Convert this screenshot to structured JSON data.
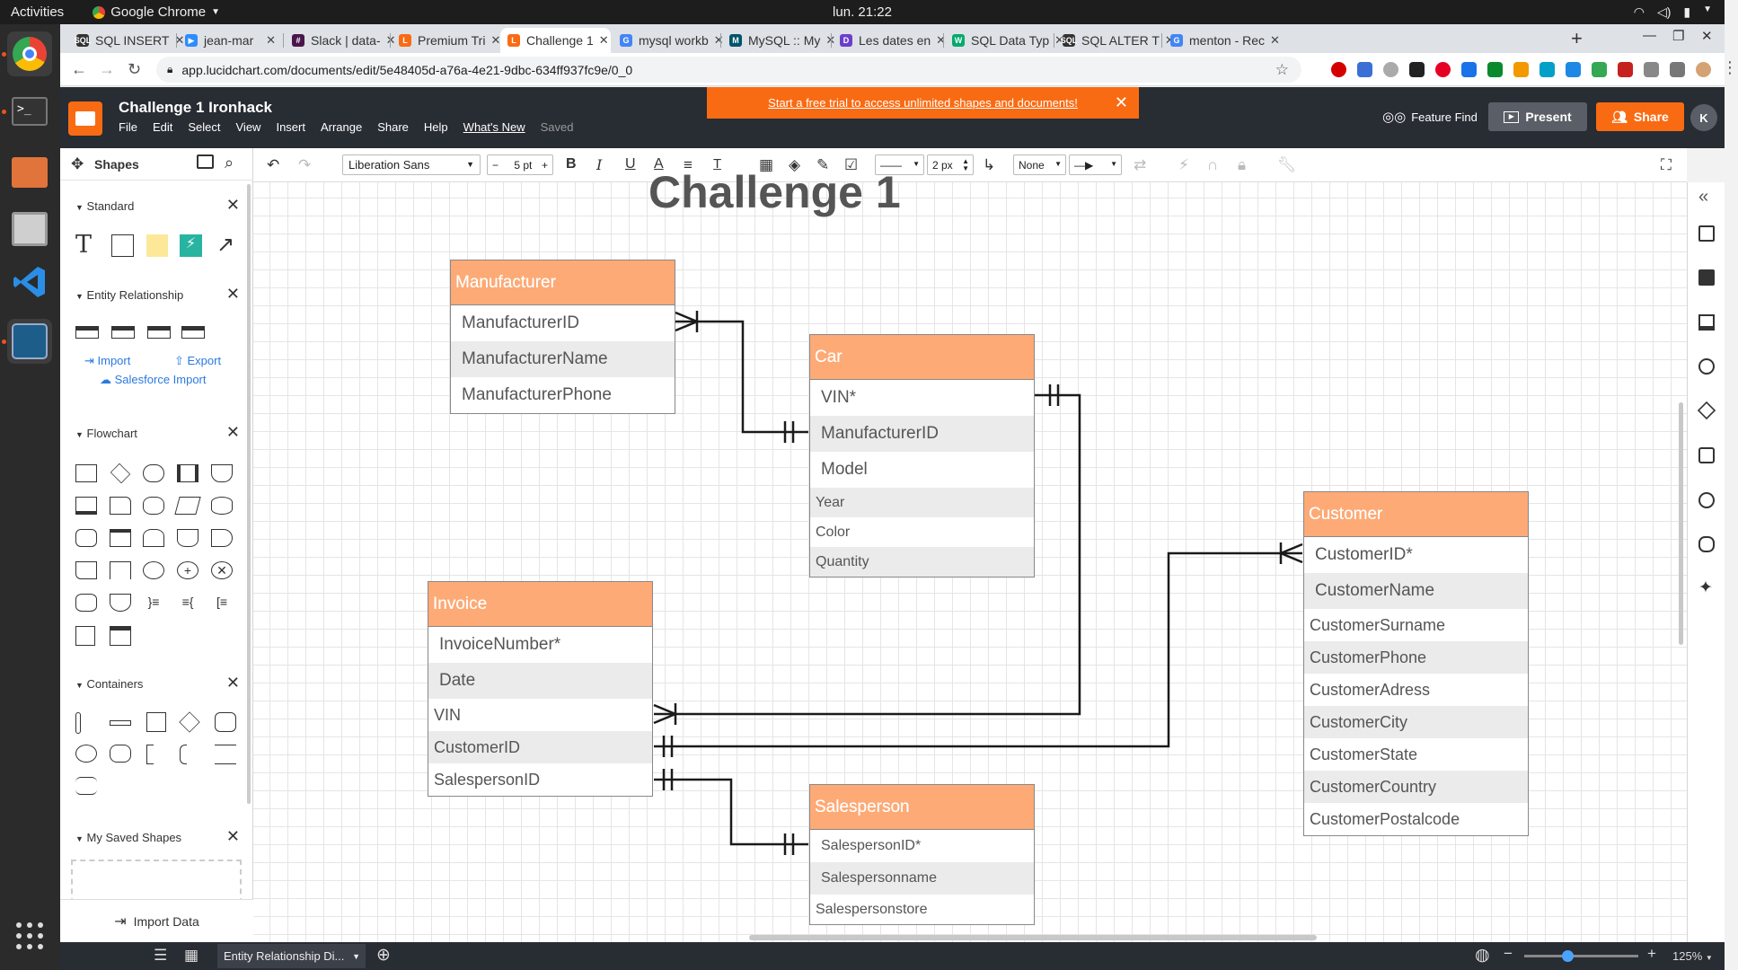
{
  "os": {
    "activities": "Activities",
    "app_name": "Google Chrome",
    "clock": "lun. 21:22"
  },
  "browser": {
    "tabs": [
      {
        "label": "SQL INSERT",
        "fav_color": "#333333",
        "fav_text": "SQL"
      },
      {
        "label": "jean-mar",
        "fav_color": "#2d8cff",
        "fav_text": "▶"
      },
      {
        "label": "Slack | data-",
        "fav_color": "#4a154b",
        "fav_text": "#"
      },
      {
        "label": "Premium Tri",
        "fav_color": "#f96b13",
        "fav_text": "L"
      },
      {
        "label": "Challenge 1",
        "fav_color": "#f96b13",
        "fav_text": "L"
      },
      {
        "label": "mysql workb",
        "fav_color": "#4285f4",
        "fav_text": "G"
      },
      {
        "label": "MySQL :: My",
        "fav_color": "#00546b",
        "fav_text": "M"
      },
      {
        "label": "Les dates en",
        "fav_color": "#6c3fc9",
        "fav_text": "D"
      },
      {
        "label": "SQL Data Typ",
        "fav_color": "#04aa6d",
        "fav_text": "W"
      },
      {
        "label": "SQL ALTER T",
        "fav_color": "#333333",
        "fav_text": "SQL"
      },
      {
        "label": "menton - Rec",
        "fav_color": "#4285f4",
        "fav_text": "G"
      }
    ],
    "url": "app.lucidchart.com/documents/edit/5e48405d-a76a-4e21-9dbc-634ff937fc9e/0_0"
  },
  "lucid": {
    "doc_title": "Challenge 1 Ironhack",
    "menu": [
      "File",
      "Edit",
      "Select",
      "View",
      "Insert",
      "Arrange",
      "Share",
      "Help"
    ],
    "whats_new": "What's New",
    "saved": "Saved",
    "banner": "Start a free trial to access unlimited shapes and documents!",
    "feature_find": "Feature Find",
    "present": "Present",
    "share": "Share",
    "avatar": "K"
  },
  "left_panel": {
    "title": "Shapes",
    "sections": {
      "standard": "Standard",
      "er": "Entity Relationship",
      "flowchart": "Flowchart",
      "containers": "Containers",
      "saved": "My Saved Shapes"
    },
    "er_links": {
      "import": "Import",
      "export": "Export",
      "salesforce": "Salesforce Import"
    },
    "import_data": "Import Data"
  },
  "toolbar": {
    "font": "Liberation Sans",
    "font_size": "5 pt",
    "line_width": "2 px",
    "arrow_start": "None"
  },
  "diagram": {
    "title": "Challenge 1",
    "entities": {
      "manufacturer": {
        "name": "Manufacturer",
        "fields": [
          "ManufacturerID",
          "ManufacturerName",
          "ManufacturerPhone"
        ]
      },
      "car": {
        "name": "Car",
        "fields": [
          "VIN*",
          "ManufacturerID",
          "Model",
          "Year",
          "Color",
          "Quantity"
        ]
      },
      "customer": {
        "name": "Customer",
        "fields": [
          "CustomerID*",
          "CustomerName",
          "CustomerSurname",
          "CustomerPhone",
          "CustomerAdress",
          "CustomerCity",
          "CustomerState",
          "CustomerCountry",
          "CustomerPostalcode"
        ]
      },
      "invoice": {
        "name": "Invoice",
        "fields": [
          "InvoiceNumber*",
          "Date",
          "VIN",
          "CustomerID",
          "SalespersonID"
        ]
      },
      "salesperson": {
        "name": "Salesperson",
        "fields": [
          "SalespersonID*",
          "Salespersonname",
          "Salespersonstore"
        ]
      }
    },
    "relationships": [
      {
        "from": "Manufacturer.ManufacturerID",
        "to": "Car.ManufacturerID",
        "from_card": "one-to-many",
        "to_card": "one-and-only-one"
      },
      {
        "from": "Car.VIN",
        "to": "Invoice.VIN",
        "from_card": "one-and-only-one",
        "to_card": "one-to-many"
      },
      {
        "from": "Invoice.CustomerID",
        "to": "Customer.CustomerID",
        "from_card": "one-and-only-one",
        "to_card": "one-to-many"
      },
      {
        "from": "Invoice.SalespersonID",
        "to": "Salesperson.SalespersonID",
        "from_card": "one-and-only-one",
        "to_card": "one-and-only-one"
      }
    ]
  },
  "bottom": {
    "page_tab": "Entity Relationship Di...",
    "zoom": "125%",
    "zoom_level_fraction": 0.38
  },
  "colors": {
    "entity_header": "#fdaa76",
    "lucid_orange": "#f96b13",
    "lucid_dark": "#282c33"
  }
}
